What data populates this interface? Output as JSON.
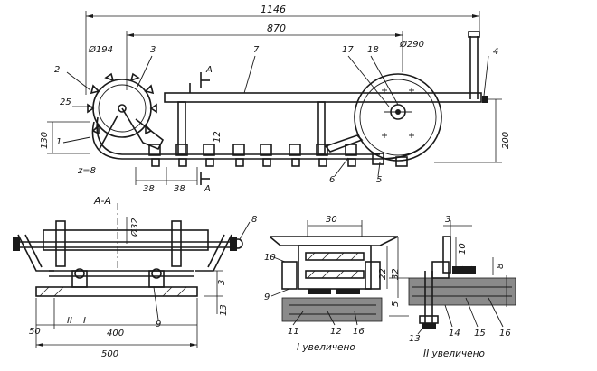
{
  "dimensions": {
    "overall_length": "1146",
    "wheelbase": "870",
    "front_wheel_dia": "Ø194",
    "rear_wheel_dia": "Ø290",
    "d25": "25",
    "d130": "130",
    "d200": "200",
    "d38a": "38",
    "d38b": "38",
    "d12": "12",
    "d30": "30",
    "d32a": "Ø32",
    "d32b": "32",
    "d22": "22",
    "d3a": "3",
    "d3b": "3",
    "d10": "10",
    "d8": "8",
    "d5": "5",
    "d13": "13",
    "d50": "50",
    "d400": "400",
    "d500": "500",
    "z8": "z=8"
  },
  "part_labels": {
    "p1": "1",
    "p2": "2",
    "p3": "3",
    "p4": "4",
    "p5": "5",
    "p6": "6",
    "p7": "7",
    "p8": "8",
    "p9": "9",
    "p9b": "9",
    "p10": "10",
    "p11": "11",
    "p12": "12",
    "p13": "13",
    "p14": "14",
    "p15": "15",
    "p16": "16",
    "p16b": "16",
    "p17": "17",
    "p18": "18"
  },
  "section": {
    "marker_top": "A",
    "marker_bottom": "A",
    "section_title": "А-А",
    "detail_I_mark": "I",
    "detail_II_mark": "II"
  },
  "captions": {
    "detail_I": "I увеличено",
    "detail_II": "II увеличено"
  }
}
